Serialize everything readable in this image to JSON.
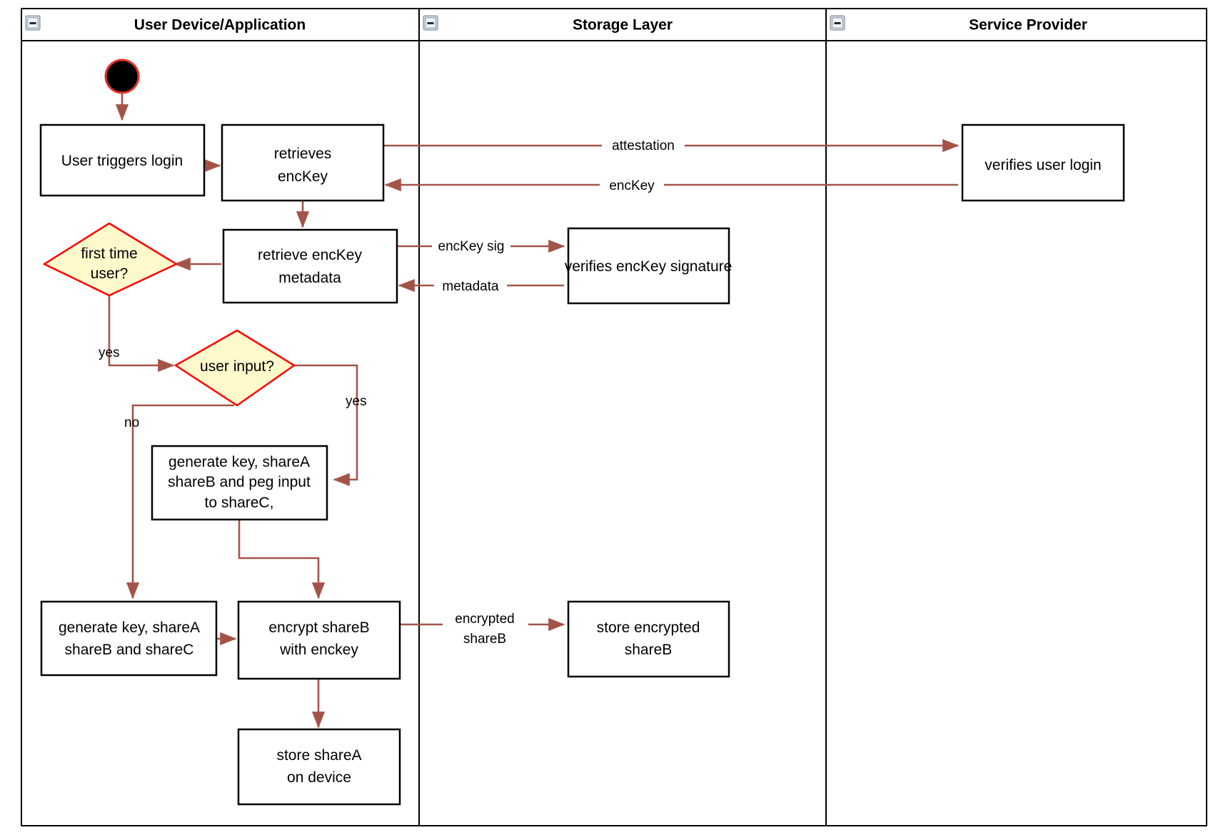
{
  "diagram": {
    "title": "Login and key-share flow swimlane diagram",
    "colors": {
      "flow_arrow": "#a35448",
      "decision_fill": "#fff9cc",
      "decision_stroke": "#ff0000",
      "node_stroke": "#000000",
      "start_fill": "#000000",
      "start_stroke": "#e8302a",
      "lane_stroke": "#000000",
      "background": "#ffffff"
    },
    "lanes": [
      {
        "id": "user-device",
        "title": "User Device/Application",
        "collapse_icon": "minus-square-icon"
      },
      {
        "id": "storage-layer",
        "title": "Storage Layer",
        "collapse_icon": "minus-square-icon"
      },
      {
        "id": "service-provider",
        "title": "Service Provider",
        "collapse_icon": "minus-square-icon"
      }
    ],
    "nodes": [
      {
        "id": "start",
        "type": "start",
        "lane": "user-device",
        "label": ""
      },
      {
        "id": "user-triggers-login",
        "type": "action",
        "lane": "user-device",
        "lines": [
          "User triggers login"
        ]
      },
      {
        "id": "retrieves-enckey",
        "type": "action",
        "lane": "user-device",
        "lines": [
          "retrieves",
          "encKey"
        ]
      },
      {
        "id": "retrieve-enckey-metadata",
        "type": "action",
        "lane": "user-device",
        "lines": [
          "retrieve encKey",
          "metadata"
        ]
      },
      {
        "id": "first-time-user",
        "type": "decision",
        "lane": "user-device",
        "lines": [
          "first time",
          "user?"
        ]
      },
      {
        "id": "user-input",
        "type": "decision",
        "lane": "user-device",
        "lines": [
          "user input?"
        ]
      },
      {
        "id": "generate-key-peg",
        "type": "action",
        "lane": "user-device",
        "lines": [
          "generate key, shareA",
          "shareB and peg input",
          "to shareC,"
        ]
      },
      {
        "id": "generate-key-shares",
        "type": "action",
        "lane": "user-device",
        "lines": [
          "generate key, shareA",
          "shareB and shareC"
        ]
      },
      {
        "id": "encrypt-shareb",
        "type": "action",
        "lane": "user-device",
        "lines": [
          "encrypt shareB",
          "with enckey"
        ]
      },
      {
        "id": "store-sharea-on-device",
        "type": "action",
        "lane": "user-device",
        "lines": [
          "store shareA",
          "on device"
        ]
      },
      {
        "id": "verifies-enckey-signature",
        "type": "action",
        "lane": "storage-layer",
        "lines": [
          "verifies encKey signature"
        ]
      },
      {
        "id": "store-encrypted-shareb",
        "type": "action",
        "lane": "storage-layer",
        "lines": [
          "store encrypted",
          "shareB"
        ]
      },
      {
        "id": "verifies-user-login",
        "type": "action",
        "lane": "service-provider",
        "lines": [
          "verifies user login"
        ]
      }
    ],
    "edges": [
      {
        "from": "start",
        "to": "user-triggers-login",
        "label": ""
      },
      {
        "from": "user-triggers-login",
        "to": "retrieves-enckey",
        "label": ""
      },
      {
        "from": "retrieves-enckey",
        "to": "verifies-user-login",
        "label": "attestation"
      },
      {
        "from": "verifies-user-login",
        "to": "retrieves-enckey",
        "label": "encKey"
      },
      {
        "from": "retrieves-enckey",
        "to": "retrieve-enckey-metadata",
        "label": ""
      },
      {
        "from": "retrieve-enckey-metadata",
        "to": "verifies-enckey-signature",
        "label": "encKey sig"
      },
      {
        "from": "verifies-enckey-signature",
        "to": "retrieve-enckey-metadata",
        "label": "metadata"
      },
      {
        "from": "retrieve-enckey-metadata",
        "to": "first-time-user",
        "label": ""
      },
      {
        "from": "first-time-user",
        "to": "user-input",
        "label": "yes"
      },
      {
        "from": "user-input",
        "to": "generate-key-peg",
        "label": "yes"
      },
      {
        "from": "user-input",
        "to": "generate-key-shares",
        "label": "no"
      },
      {
        "from": "generate-key-peg",
        "to": "encrypt-shareb",
        "label": ""
      },
      {
        "from": "generate-key-shares",
        "to": "encrypt-shareb",
        "label": ""
      },
      {
        "from": "encrypt-shareb",
        "to": "store-encrypted-shareb",
        "label": "encrypted shareB",
        "label_lines": [
          "encrypted",
          "shareB"
        ]
      },
      {
        "from": "encrypt-shareb",
        "to": "store-sharea-on-device",
        "label": ""
      }
    ],
    "labels": {
      "attestation": "attestation",
      "enckey": "encKey",
      "enckey_sig": "encKey sig",
      "metadata": "metadata",
      "yes_first_time": "yes",
      "yes_user_input": "yes",
      "no_user_input": "no",
      "encrypted_line1": "encrypted",
      "encrypted_line2": "shareB"
    },
    "node_text": {
      "user_triggers_login": "User triggers login",
      "retrieves_l1": "retrieves",
      "retrieves_l2": "encKey",
      "retrieve_meta_l1": "retrieve encKey",
      "retrieve_meta_l2": "metadata",
      "first_time_l1": "first time",
      "first_time_l2": "user?",
      "user_input": "user input?",
      "gen_peg_l1": "generate key, shareA",
      "gen_peg_l2": "shareB and peg input",
      "gen_peg_l3": "to shareC,",
      "gen_shares_l1": "generate key, shareA",
      "gen_shares_l2": "shareB and shareC",
      "encrypt_l1": "encrypt shareB",
      "encrypt_l2": "with enckey",
      "store_sharea_l1": "store shareA",
      "store_sharea_l2": "on device",
      "verifies_sig": "verifies encKey signature",
      "store_enc_l1": "store encrypted",
      "store_enc_l2": "shareB",
      "verifies_login": "verifies user login"
    }
  }
}
